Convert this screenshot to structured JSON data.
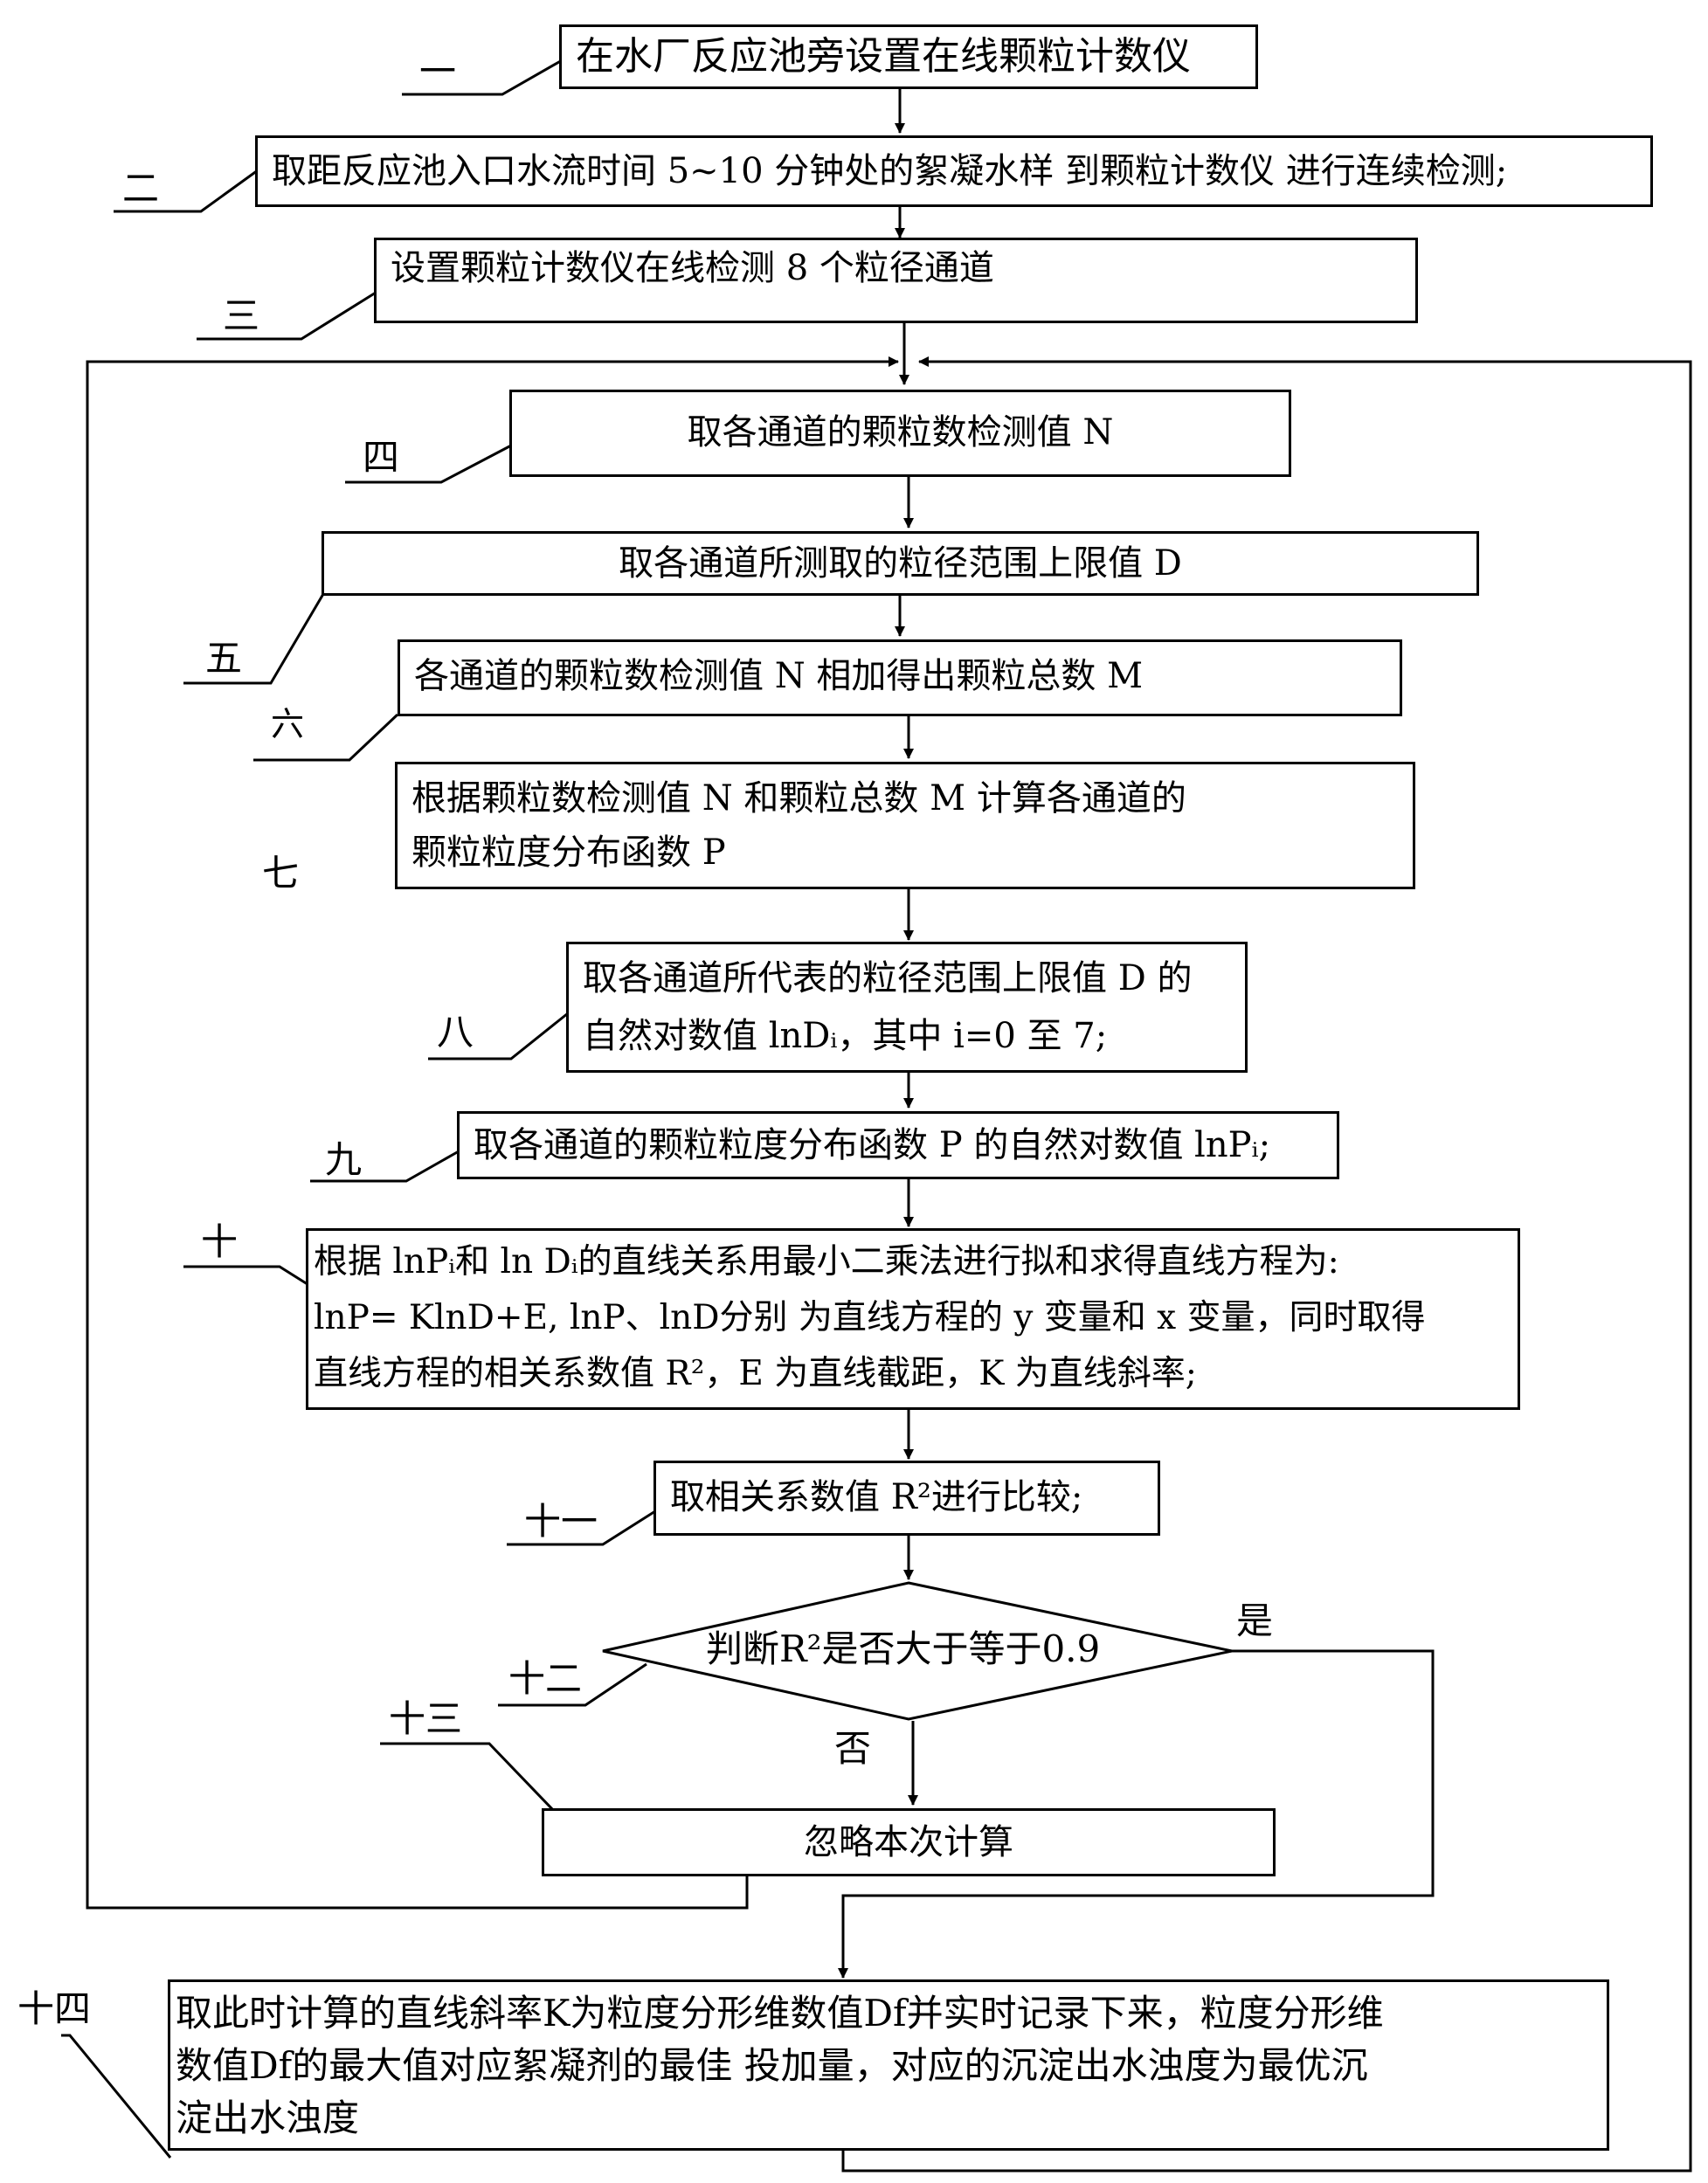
{
  "steps": {
    "s1": "在水厂反应池旁设置在线颗粒计数仪",
    "s2": "取距反应池入口水流时间 5~10 分钟处的絮凝水样 到颗粒计数仪 进行连续检测;",
    "s3": "设置颗粒计数仪在线检测 8 个粒径通道",
    "s4": "取各通道的颗粒数检测值 N",
    "s5": "取各通道所测取的粒径范围上限值 D",
    "s6": "各通道的颗粒数检测值 N 相加得出颗粒总数 M",
    "s7": [
      "根据颗粒数检测值 N 和颗粒总数 M 计算各通道的",
      "颗粒粒度分布函数 P"
    ],
    "s8": [
      "取各通道所代表的粒径范围上限值 D 的",
      "自然对数值 lnDᵢ，其中 i=0 至 7;"
    ],
    "s9": "取各通道的颗粒粒度分布函数 P 的自然对数值 lnPᵢ;",
    "s10": [
      "根据 lnPᵢ和 ln Dᵢ的直线关系用最小二乘法进行拟和求得直线方程为:",
      "lnP= KlnD+E, lnP、lnD分别 为直线方程的 y 变量和 x 变量，同时取得",
      "直线方程的相关系数值 R²，E 为直线截距，K 为直线斜率;"
    ],
    "s11": "取相关系数值 R²进行比较;",
    "s12": "判断R²是否大于等于0.9",
    "s13": "忽略本次计算",
    "s14": [
      "取此时计算的直线斜率K为粒度分形维数值Df并实时记录下来，粒度分形维",
      "数值Df的最大值对应絮凝剂的最佳 投加量，对应的沉淀出水浊度为最优沉",
      "淀出水浊度"
    ]
  },
  "labels": {
    "l1": "一",
    "l2": "二",
    "l3": "三",
    "l4": "四",
    "l5": "五",
    "l6": "六",
    "l7": "七",
    "l8": "八",
    "l9": "九",
    "l10": "十",
    "l11": "十一",
    "l12": "十二",
    "l13": "十三",
    "l14": "十四"
  },
  "branches": {
    "yes": "是",
    "no": "否"
  }
}
